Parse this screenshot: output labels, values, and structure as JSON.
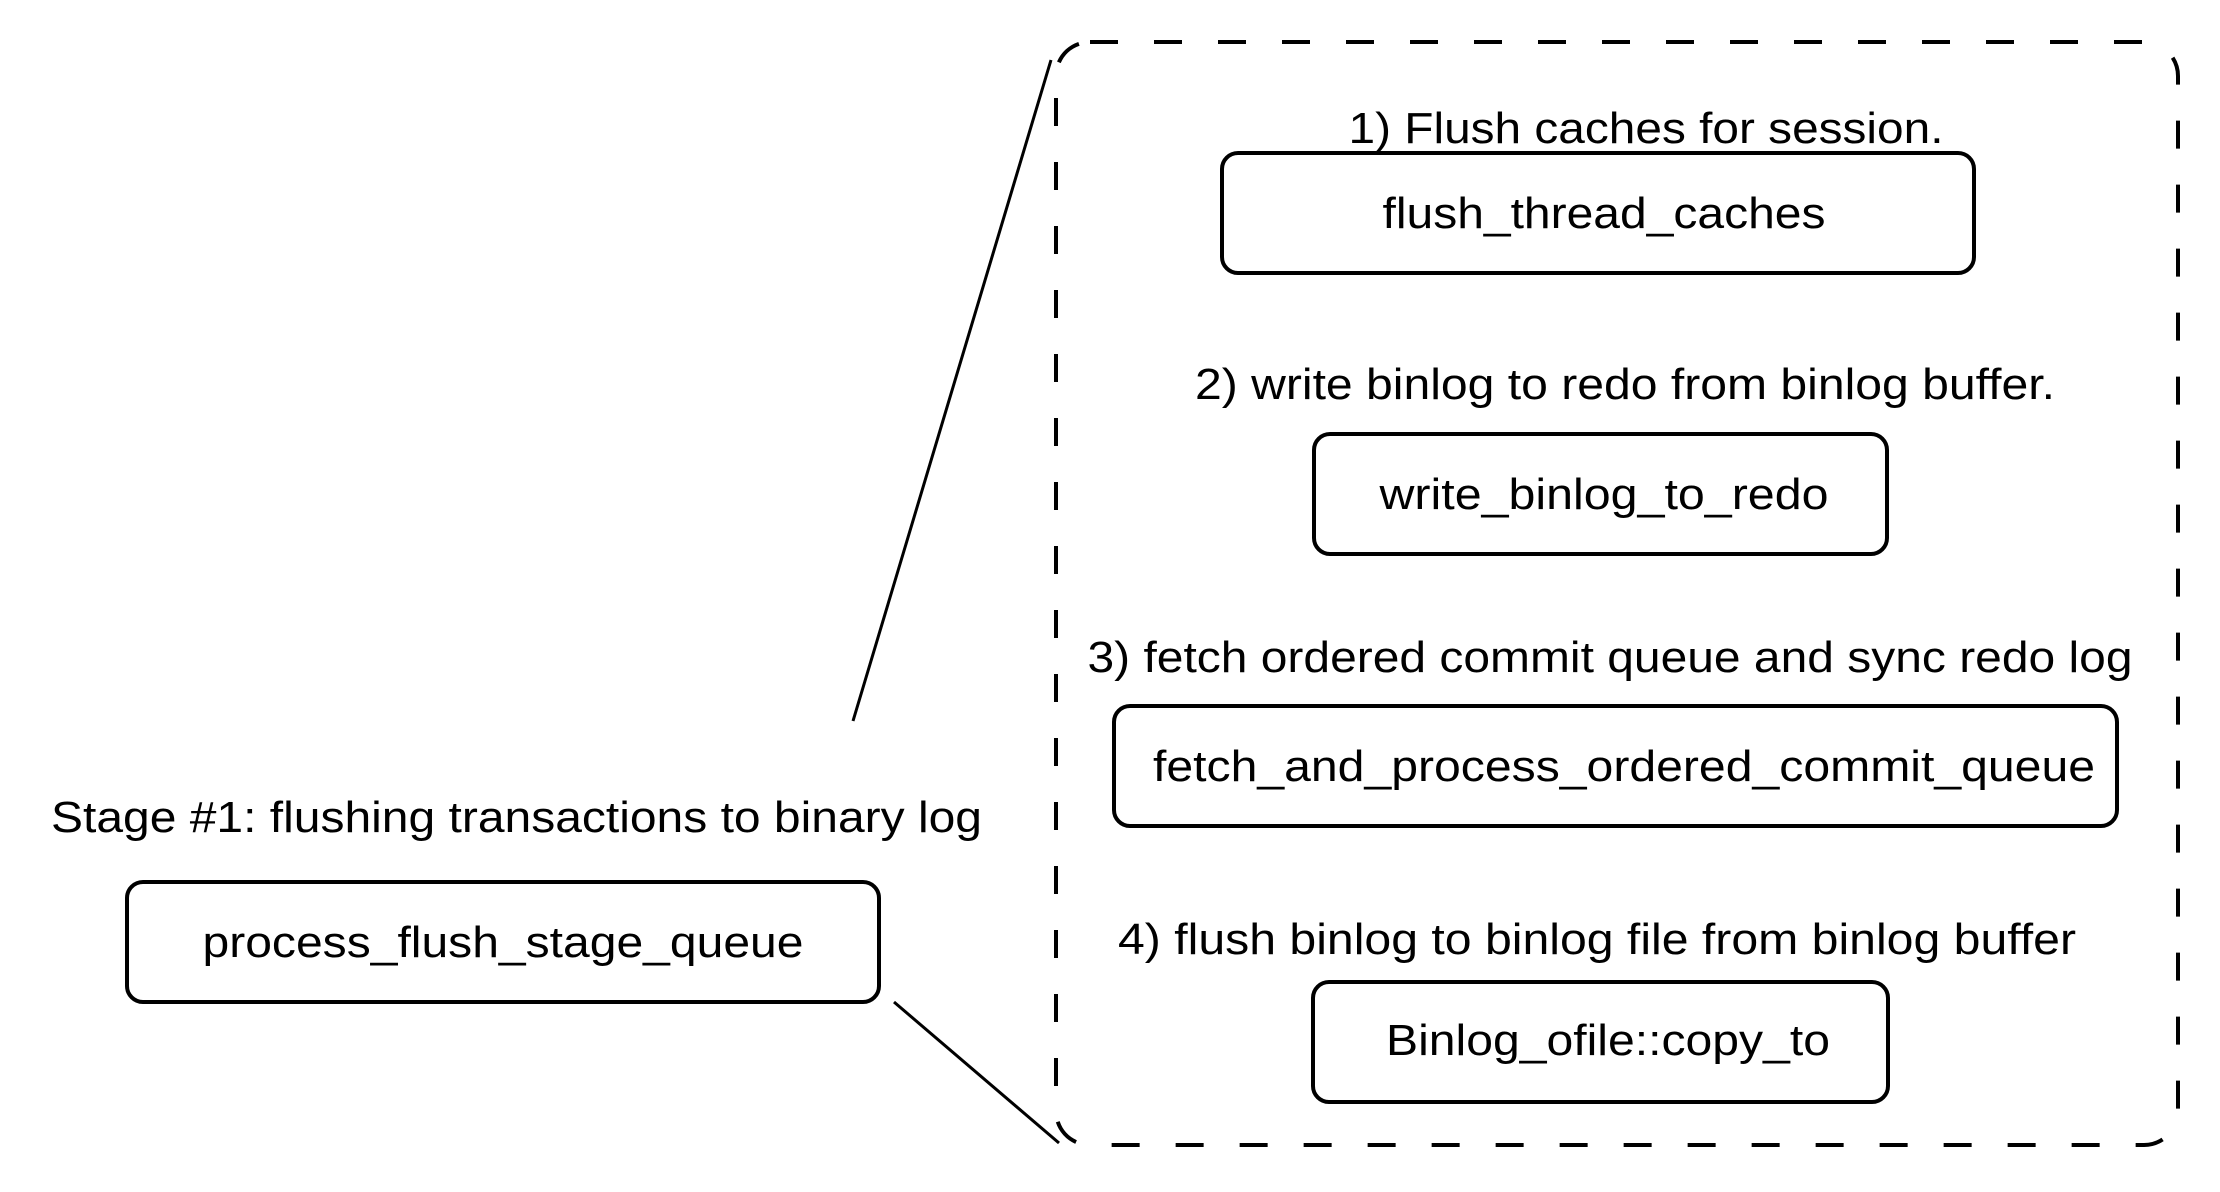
{
  "diagram": {
    "colors": {
      "stroke": "#000000",
      "background": "#ffffff"
    },
    "stage": {
      "title": "Stage #1: flushing transactions to binary log",
      "function": "process_flush_stage_queue"
    },
    "steps": [
      {
        "label": "1) Flush caches for session.",
        "function": "flush_thread_caches"
      },
      {
        "label": "2) write binlog to redo from binlog buffer.",
        "function": "write_binlog_to_redo"
      },
      {
        "label": "3) fetch ordered commit queue and sync redo log",
        "function": "fetch_and_process_ordered_commit_queue"
      },
      {
        "label": "4) flush binlog to binlog file from binlog buffer",
        "function": "Binlog_ofile::copy_to"
      }
    ]
  }
}
